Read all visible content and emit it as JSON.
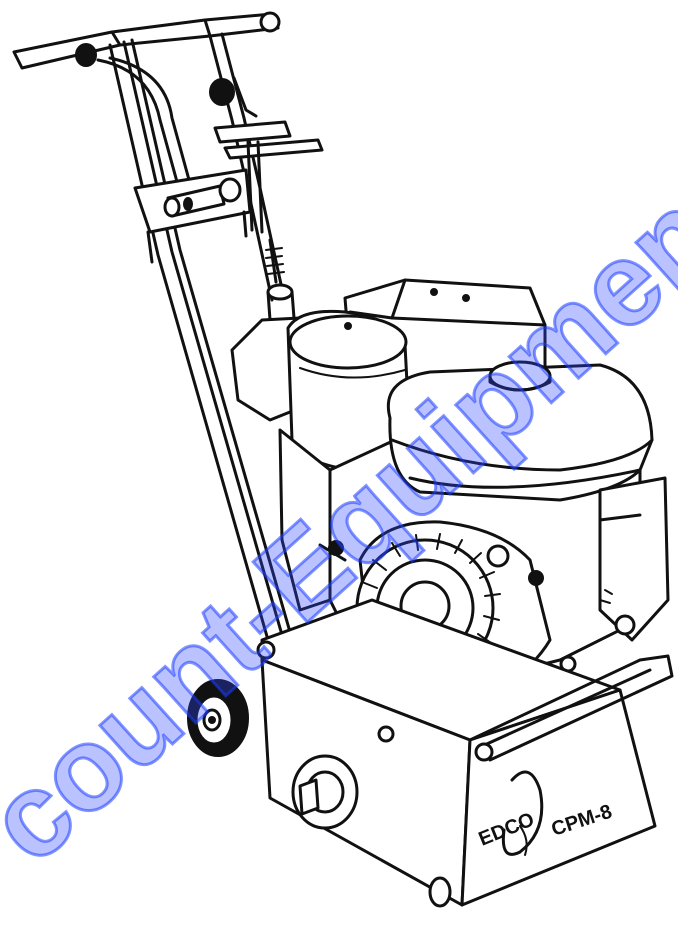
{
  "drawing": {
    "subject": "EDCO CPM-8 concrete planer / scarifier line drawing",
    "brand_label": "EDCO",
    "model_label": "CPM-8"
  },
  "watermark": {
    "text": "count-Equipment.com to",
    "color": "#2d46ff"
  }
}
